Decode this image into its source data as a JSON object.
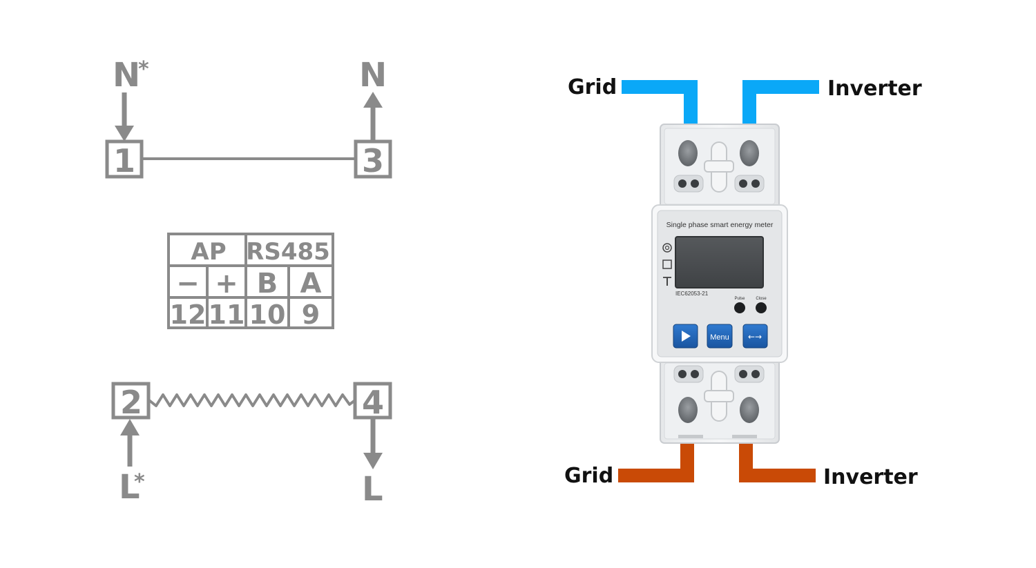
{
  "wiring": {
    "top_left_label": "N",
    "top_left_star": "*",
    "top_right_label": "N",
    "bottom_left_label": "L",
    "bottom_left_star": "*",
    "bottom_right_label": "L",
    "terminal_1": "1",
    "terminal_2": "2",
    "terminal_3": "3",
    "terminal_4": "4"
  },
  "terminal_table": {
    "headers": [
      "AP",
      "RS485"
    ],
    "signals": [
      "−",
      "+",
      "B",
      "A"
    ],
    "numbers": [
      "12",
      "11",
      "10",
      "9"
    ]
  },
  "connections": {
    "grid_top": "Grid",
    "inverter_top": "Inverter",
    "grid_bottom": "Grid",
    "inverter_bottom": "Inverter"
  },
  "meter": {
    "title": "Single phase smart energy meter",
    "standard": "IEC62053-21",
    "pulse_label": "Pulse",
    "close_label": "Close",
    "menu_label": "Menu",
    "arrows_label": "←→"
  },
  "colors": {
    "diagram_gray": "#8a8a8a",
    "top_wire": "#0aa8f7",
    "bottom_wire": "#c94a06",
    "button_blue": "#1f63b4"
  }
}
